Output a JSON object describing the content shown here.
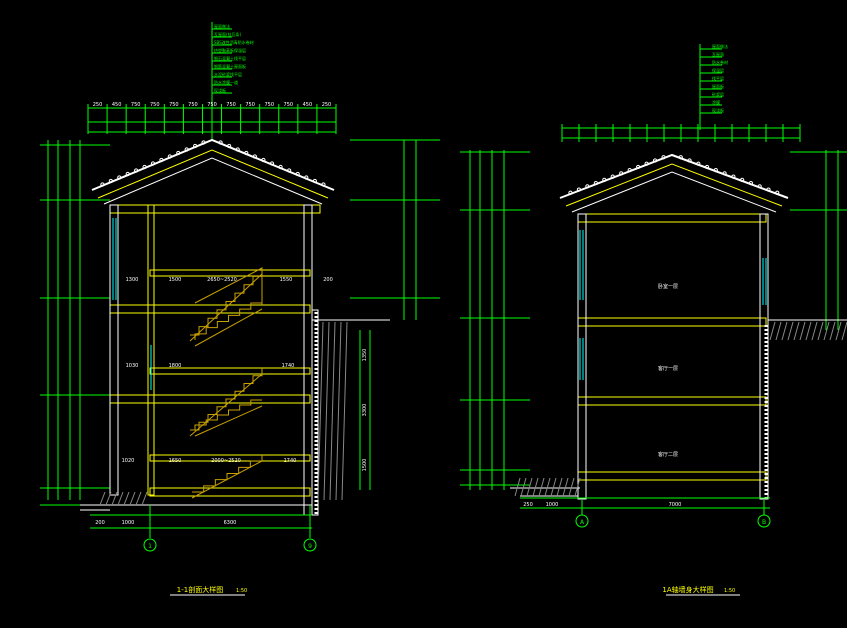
{
  "colors": {
    "background": "#000000",
    "dimension": "#00ff00",
    "structure": "#ffffff",
    "wall": "#ffff00",
    "stair": "#c8a000",
    "glass": "#00ffff",
    "note": "#00ff00",
    "label": "#ffff00"
  },
  "left_drawing": {
    "title": "1-1剖面大样图",
    "scale": "1:50",
    "top_dims": [
      "250",
      "450",
      "750",
      "750",
      "750",
      "750",
      "750",
      "750",
      "750",
      "750",
      "750",
      "450",
      "250"
    ],
    "bottom_dims": [
      "200",
      "1000",
      "6300"
    ],
    "mid_dims_upper": [
      "1300",
      "1500",
      "2650~2520",
      "1550",
      "200"
    ],
    "mid_dims_lower": [
      "1020",
      "1650",
      "2000~2520",
      "1740"
    ],
    "mid_dims_mid": [
      "1030",
      "1800",
      "1740"
    ],
    "right_stack": [
      "1350",
      "3300",
      "1500"
    ],
    "axis_left": "1",
    "axis_right": "9",
    "callout_top": [
      "屋面做法",
      "瓦屋面(挂瓦条)",
      "SBS改性沥青防水卷材",
      "挤塑聚苯板保温层",
      "细石混凝土找平层",
      "钢筋混凝土屋面板",
      "水泥砂浆找平层",
      "防水涂膜一道",
      "现浇板"
    ]
  },
  "right_drawing": {
    "title": "1A轴墙身大样图",
    "scale": "1:50",
    "bottom_dims": [
      "250",
      "1000",
      "7000"
    ],
    "room_labels": [
      "卧室一层",
      "客厅一层",
      "客厅二层"
    ],
    "callout_top": [
      "屋面做法",
      "瓦屋面",
      "防水卷材",
      "保温层",
      "找平层",
      "屋面板",
      "砂浆层",
      "涂膜",
      "现浇板"
    ],
    "axis_left": "A",
    "axis_right": "B"
  }
}
